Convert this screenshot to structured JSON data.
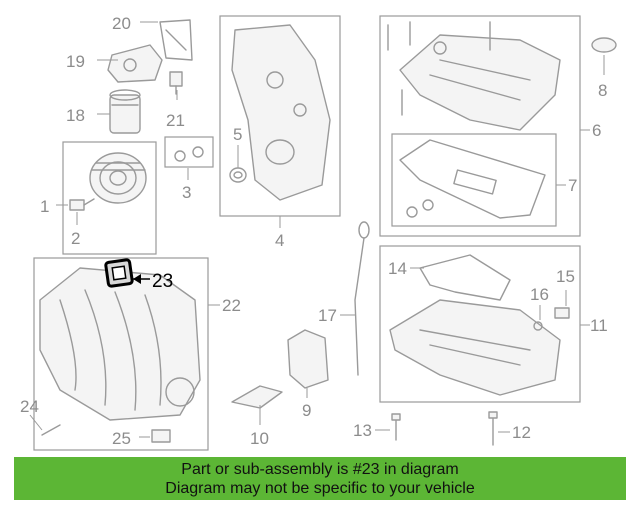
{
  "diagram": {
    "labels": {
      "p1": "1",
      "p2": "2",
      "p3": "3",
      "p4": "4",
      "p5": "5",
      "p6": "6",
      "p7": "7",
      "p8": "8",
      "p9": "9",
      "p10": "10",
      "p11": "11",
      "p12": "12",
      "p13": "13",
      "p14": "14",
      "p15": "15",
      "p16": "16",
      "p17": "17",
      "p18": "18",
      "p19": "19",
      "p20": "20",
      "p21": "21",
      "p22": "22",
      "p23": "23",
      "p24": "24",
      "p25": "25"
    },
    "highlight": {
      "part": "23",
      "color": "#000000"
    }
  },
  "banner": {
    "line1": "Part or sub-assembly is #23 in diagram",
    "line2": "Diagram may not be specific to your vehicle",
    "background": "#5cb635"
  }
}
